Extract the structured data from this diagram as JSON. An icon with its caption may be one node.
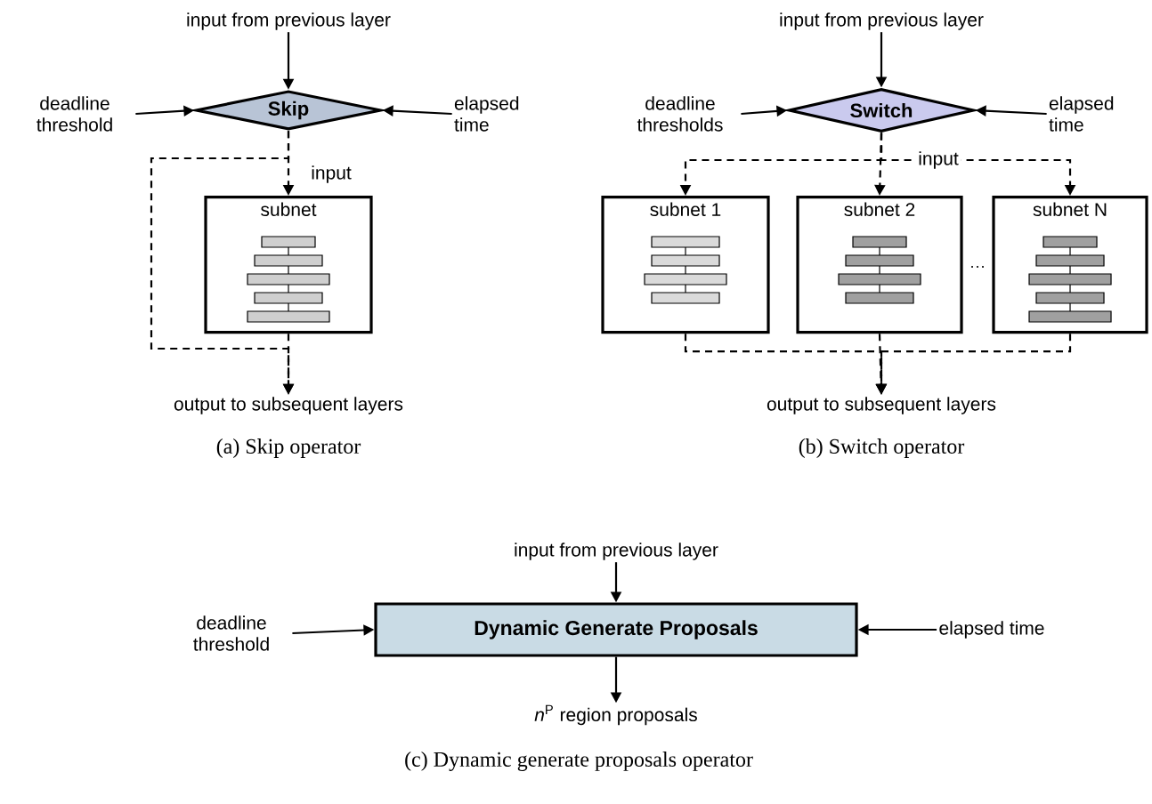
{
  "diagram": {
    "nodes": [
      {
        "text": [
          "input from previous layer"
        ]
      },
      {
        "text": [
          "deadline threshold"
        ]
      },
      {
        "text": [
          "Skip"
        ]
      },
      {
        "text": [
          "elapsed time"
        ]
      },
      {
        "text": [
          "subnet"
        ]
      },
      {
        "text": [
          "output to subsequent layers"
        ]
      },
      {
        "text": [
          "input from previous layer"
        ]
      },
      {
        "text": [
          "deadline thresholds"
        ]
      },
      {
        "text": [
          "Switch"
        ]
      },
      {
        "text": [
          "elapsed time"
        ]
      },
      {
        "text": [
          "subnet 1"
        ]
      },
      {
        "text": [
          "subnet 2"
        ]
      },
      {
        "text": [
          "subnet N"
        ]
      },
      {
        "text": [
          "output to subsequent layers"
        ]
      },
      {
        "text": [
          "input from previous layer"
        ]
      },
      {
        "text": [
          "deadline threshold"
        ]
      },
      {
        "text": [
          "Dynamic Generate Proposals"
        ]
      },
      {
        "text": [
          "elapsed time"
        ]
      },
      {
        "text": [
          "*n*$^{P}$ region proposals"
        ]
      }
    ],
    "edges": [
      {
        "from": 0,
        "to": 2,
        "arrow": "to"
      },
      {
        "from": 1,
        "to": 2,
        "arrow": "to"
      },
      {
        "from": 3,
        "to": 2,
        "arrow": "to"
      },
      {
        "from": 2,
        "to": 4,
        "arrow": "to",
        "style": "dashed",
        "label": "input"
      },
      {
        "from": 4,
        "to": 5,
        "arrow": "to",
        "style": "dashed"
      },
      {
        "from": 2,
        "to": 5,
        "arrow": "to",
        "style": "dashed"
      },
      {
        "from": 6,
        "to": 8,
        "arrow": "to"
      },
      {
        "from": 7,
        "to": 8,
        "arrow": "to"
      },
      {
        "from": 9,
        "to": 8,
        "arrow": "to"
      },
      {
        "from": 8,
        "to": 10,
        "arrow": "to",
        "style": "dashed"
      },
      {
        "from": 8,
        "to": 11,
        "arrow": "to",
        "style": "dashed"
      },
      {
        "from": 8,
        "to": 12,
        "arrow": "to",
        "style": "dashed",
        "label": "input"
      },
      {
        "from": 10,
        "to": 13,
        "arrow": "to",
        "style": "dashed"
      },
      {
        "from": 11,
        "to": 13,
        "arrow": "to",
        "style": "dashed"
      },
      {
        "from": 12,
        "to": 13,
        "arrow": "to",
        "style": "dashed"
      },
      {
        "from": 14,
        "to": 16,
        "arrow": "to"
      },
      {
        "from": 15,
        "to": 16,
        "arrow": "to"
      },
      {
        "from": 17,
        "to": 16,
        "arrow": "to"
      },
      {
        "from": 16,
        "to": 18,
        "arrow": "to"
      }
    ],
    "labels": [
      "(a) Skip operator",
      "(b) Switch operator",
      "(c) Dynamic generate proposals operator"
    ]
  }
}
